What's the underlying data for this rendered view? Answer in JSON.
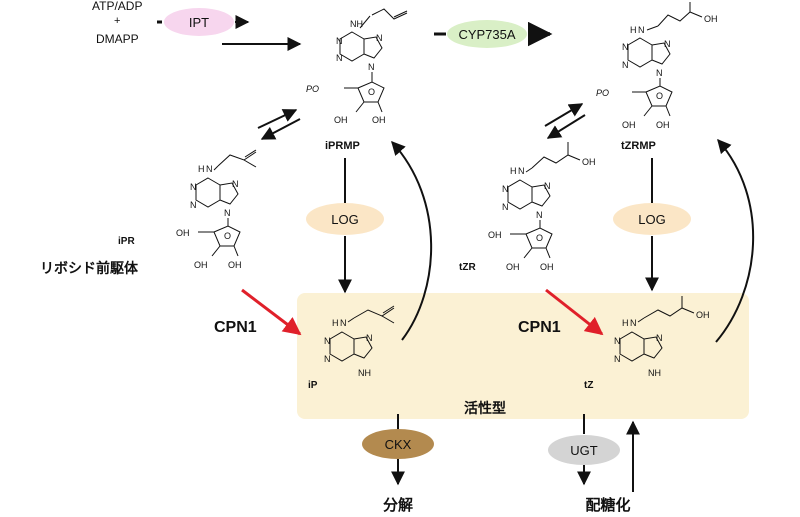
{
  "substrates": {
    "line1": "ATP/ADP",
    "plus": "+",
    "line2": "DMAPP"
  },
  "enzymes": {
    "ipt": "IPT",
    "cyp": "CYP735A",
    "log_left": "LOG",
    "log_right": "LOG",
    "ckx": "CKX",
    "ugt": "UGT"
  },
  "compounds": {
    "iprmp": "iPRMP",
    "tzrmp": "tZRMP",
    "ipr": "iPR",
    "tzr": "tZR",
    "ip": "iP",
    "tz": "tZ"
  },
  "labels": {
    "riboside_precursor": "リボシド前駆体",
    "cpn1_left": "CPN1",
    "cpn1_right": "CPN1",
    "active_form": "活性型",
    "degradation": "分解",
    "glycosylation": "配糖化"
  },
  "atom_labels": {
    "n": "N",
    "nh": "NH",
    "h": "H",
    "oh": "OH",
    "o": "O",
    "po": "PO"
  },
  "colors": {
    "active_bg": "#fbf1d4",
    "ipt": "#f7d6ee",
    "cyp": "#d9efc6",
    "log": "#fbe6c6",
    "ckx": "#b38a4f",
    "ugt": "#d4d4d4",
    "red": "#e0202a",
    "blue": "#2c3590"
  }
}
